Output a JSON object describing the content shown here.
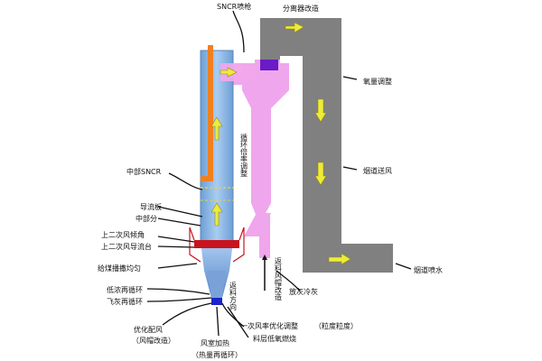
{
  "labels": {
    "snor_spray": "SNCR喷枪",
    "separator_mod": "分离器改造",
    "oxygen_adjust": "氧量调整",
    "flue_wind": "烟道送风",
    "flue_spray": "烟道喷水",
    "mid_snor": "中部SNCR",
    "guide_plate": "导流板",
    "mid_section": "中部分",
    "upper_secondary_angle": "上二次风倾角",
    "upper_secondary_guide": "上二次风导流台",
    "uniform_fluid": "给煤播撒均匀",
    "low_conc_recycle": "低浓再循环",
    "fly_ash_recycle": "飞灰再循环",
    "optimized_air": "优化配风",
    "air_cap_mod": "（风帽改造）",
    "primary_air_adjust": "一次风率优化调整",
    "particle_size": "（粒度粒度）",
    "windbox_heat": "风室加热",
    "heat_recycle": "（热量再循环）",
    "low_oxygen_burn": "料层低氧燃烧",
    "ash_cooler": "放灰冷灰",
    "return_direction": "返料方向",
    "recycle_rate_adjust": "循环倍率调整",
    "return_air_cap": "返料风帽改造"
  },
  "colors": {
    "furnace": "#8fb9e6",
    "furnace_edge": "#5a86b8",
    "cyclone": "#f0a6ec",
    "flue": "#7f7f7f",
    "orange_bar": "#f08020",
    "red_band": "#c8141e",
    "arrow_yellow": "#ecec3a",
    "nozzle_purple": "#6a1ac8",
    "bottom_blue": "#1a24c8"
  }
}
